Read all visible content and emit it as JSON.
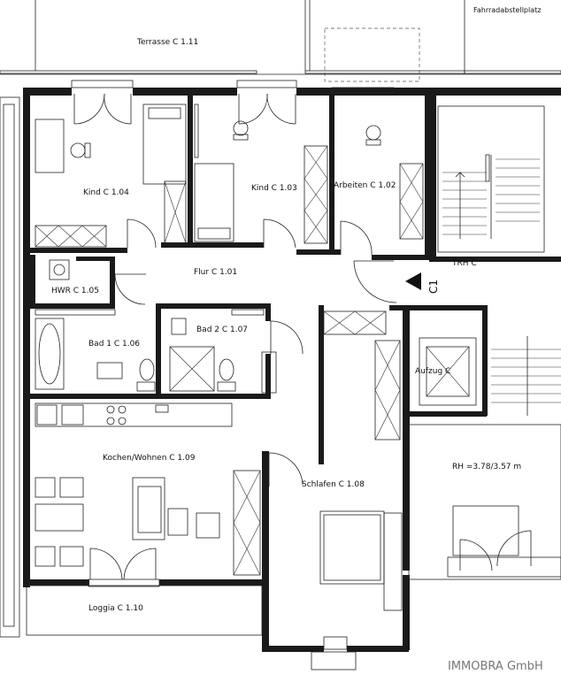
{
  "rooms": {
    "terrasse": "Terrasse C 1.11",
    "fahrrad": "Fahrradabstellplatz",
    "kind104": "Kind C 1.04",
    "kind103": "Kind C 1.03",
    "arbeiten": "Arbeiten C 1.02",
    "trh": "TRH C",
    "flur": "Flur C 1.01",
    "hwr": "HWR C 1.05",
    "bad1": "Bad 1 C 1.06",
    "bad2": "Bad 2 C 1.07",
    "aufzug": "Aufzug C",
    "kochen": "Kochen/Wohnen C 1.09",
    "schlafen": "Schlafen C 1.08",
    "rh": "RH =3.78/3.57 m",
    "loggia": "Loggia C 1.10"
  },
  "section_marker": "C1",
  "watermark": "IMMOBRA GmbH"
}
